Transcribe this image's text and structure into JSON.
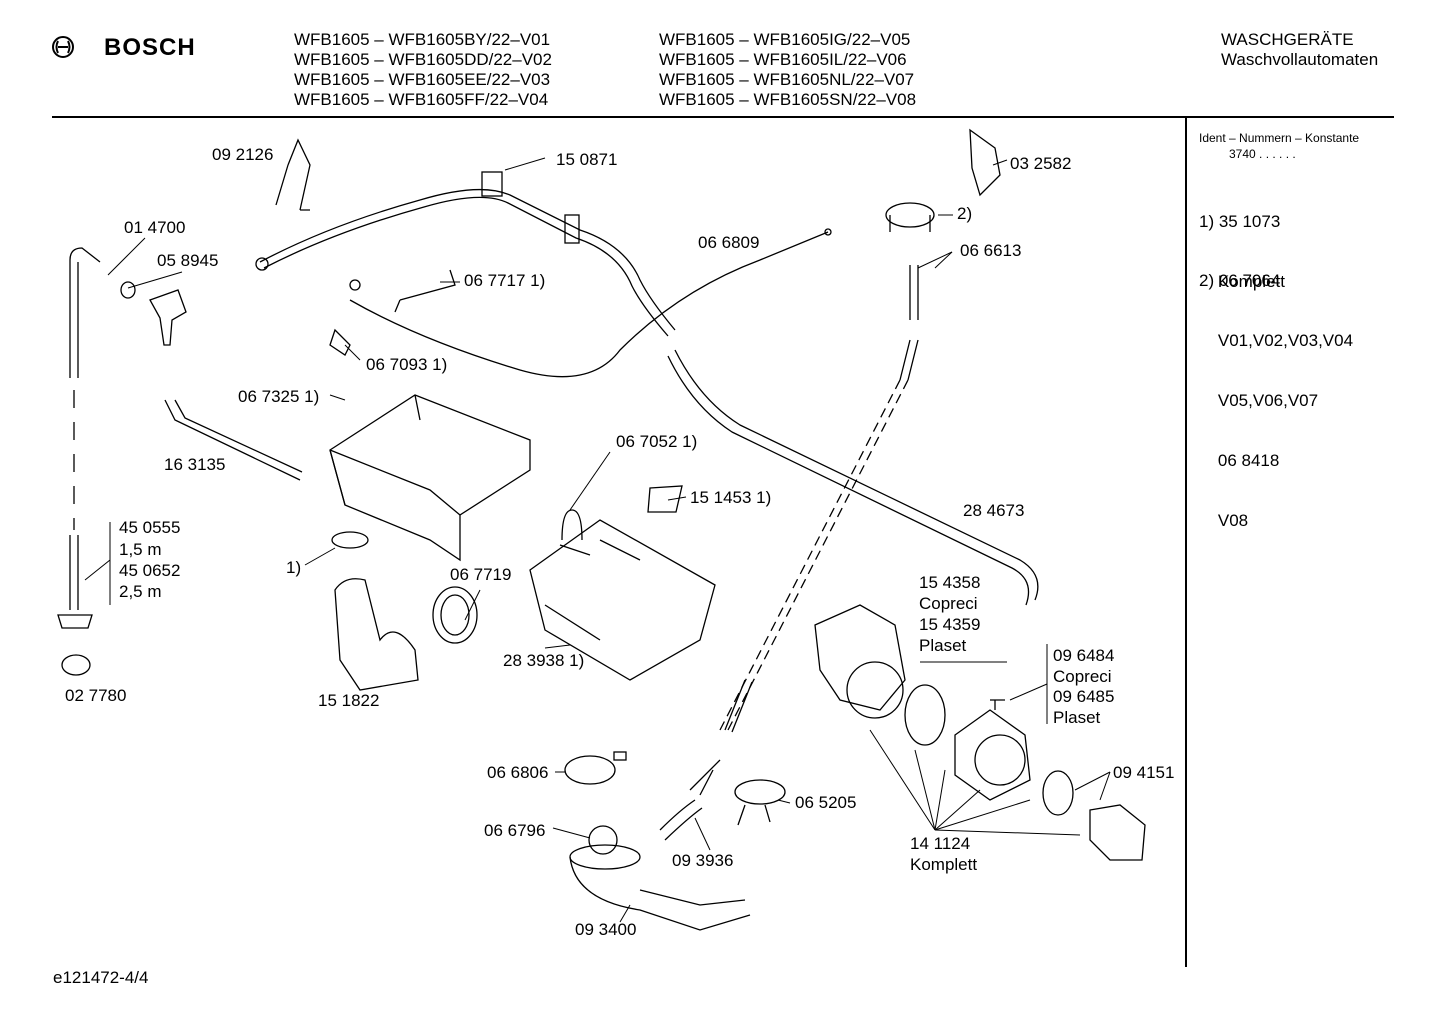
{
  "header": {
    "brand": "BOSCH",
    "models_col1": [
      "WFB1605 – WFB1605BY/22–V01",
      "WFB1605 – WFB1605DD/22–V02",
      "WFB1605 – WFB1605EE/22–V03",
      "WFB1605 – WFB1605FF/22–V04"
    ],
    "models_col2": [
      "WFB1605 – WFB1605IG/22–V05",
      "WFB1605 – WFB1605IL/22–V06",
      "WFB1605 – WFB1605NL/22–V07",
      "WFB1605 – WFB1605SN/22–V08"
    ],
    "category": "WASCHGERÄTE",
    "subcategory": "Waschvollautomaten"
  },
  "sidebar": {
    "title": "Ident – Nummern – Konstante",
    "constant": "3740 . . . . . .",
    "notes": [
      {
        "lines": [
          "1) 35 1073",
          "    Komplett"
        ]
      },
      {
        "lines": [
          "2) 06 7064",
          "    V01,V02,V03,V04",
          "    V05,V06,V07",
          "    06 8418",
          "    V08"
        ]
      }
    ]
  },
  "labels": [
    "09 2126",
    "15 0871",
    "03 2582",
    "2)",
    "01 4700",
    "05 8945",
    "06 6809",
    "06 6613",
    "06 7717 1)",
    "06 7093 1)",
    "06 7325 1)",
    "16 3135",
    "06 7052 1)",
    "15 1453 1)",
    "28 4673",
    "45 0555",
    "1,5 m",
    "45 0652",
    "2,5 m",
    "1)",
    "06 7719",
    "15 4358",
    "Copreci",
    "15 4359",
    "Plaset",
    "09 6484",
    "Copreci",
    "09 6485",
    "Plaset",
    "28 3938 1)",
    "15 1822",
    "02 7780",
    "06 6806",
    "09 4151",
    "06 5205",
    "06 6796",
    "09 3936",
    "14 1124",
    "Komplett",
    "09 3400"
  ],
  "footer": {
    "doc_id": "e121472-4/4"
  }
}
